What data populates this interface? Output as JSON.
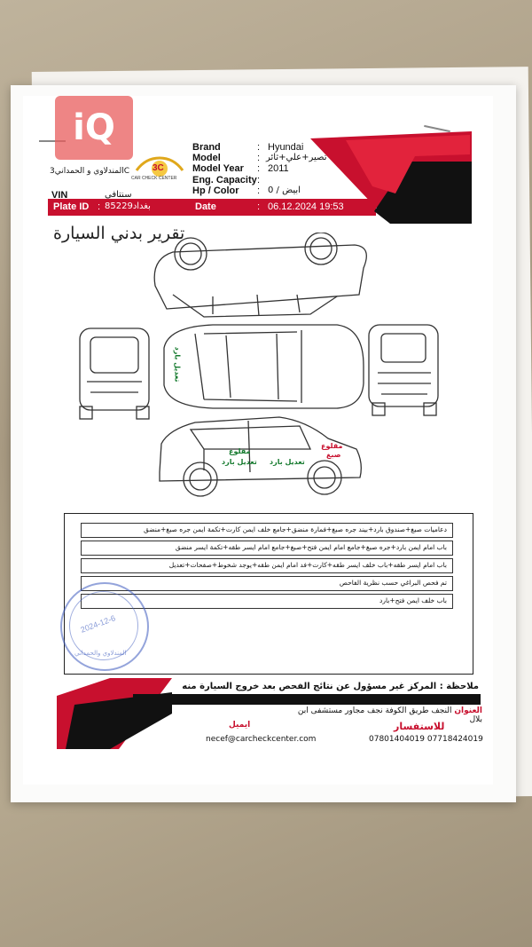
{
  "watermark": "iQ",
  "header": {
    "logo_text": "3C",
    "logo_sub": "CAR CHECK CENTER",
    "center_name": "المندلاوي و الحمداني3C",
    "brand_label": "Brand",
    "brand_value": "Hyundai",
    "model_label": "Model",
    "model_value": "تصير+علي+ثائر",
    "year_label": "Model Year",
    "year_value": "2011",
    "eng_label": "Eng. Capacity",
    "eng_value": "",
    "hp_label": "Hp / Color",
    "hp_value": "0 / ابيض",
    "vin_label": "VIN",
    "vin_value": "سنتافي",
    "plate_label": "Plate ID",
    "plate_value": "85229بغداد",
    "date_label": "Date",
    "date_value": "06.12.2024 19:53"
  },
  "report_title": "تقرير بدني السيارة",
  "diagram_labels": {
    "side_1": "تعديل بارد",
    "side_2": "مقلوع",
    "side_3": "تعديل بارد",
    "side_4": "مقلوع",
    "side_5": "صبغ",
    "side_6": "تعديل بارد"
  },
  "notes": [
    "دعاميات صبغ+صندوق بارد+بيند جره صبغ+فمارة منضق+جامع خلف ايمن كارت+تكمة ايمن جره صبغ+منضق",
    "باب امام ايمن بارد+جره صبغ+جامع امام ايمن فتح+صبغ+جامع امام ايسر طقه+تكمة ايسر منضق",
    "باب امام ايسر طقه+باب خلف ايسر طقه+كارت+فد امام ايمن طقه+يوجد شخوط+صفحات+تعديل",
    "تم فحص البراغي حسب نظرية الفاحص",
    "باب خلف ايمن فتح+بارد"
  ],
  "stamp": {
    "date": "2024-12-6",
    "ring_text": "المندلاوي والحمداني"
  },
  "footer": {
    "disclaimer": "ملاحظة : المركز غير مسؤول عن نتائج الفحص بعد خروج السيارة منه",
    "address_label": "العنوان",
    "address": "النجف طريق الكوفة نجف مجاور مستشفى ابن بلال",
    "email_label": "ايميل",
    "email": "necef@carcheckcenter.com",
    "phone_label": "للاستفسار",
    "phones": "07801404019 07718424019"
  },
  "colors": {
    "accent_red": "#c8102e",
    "dark": "#111111",
    "stamp_blue": "#3c5abe",
    "green_marks": "#157a2e"
  }
}
